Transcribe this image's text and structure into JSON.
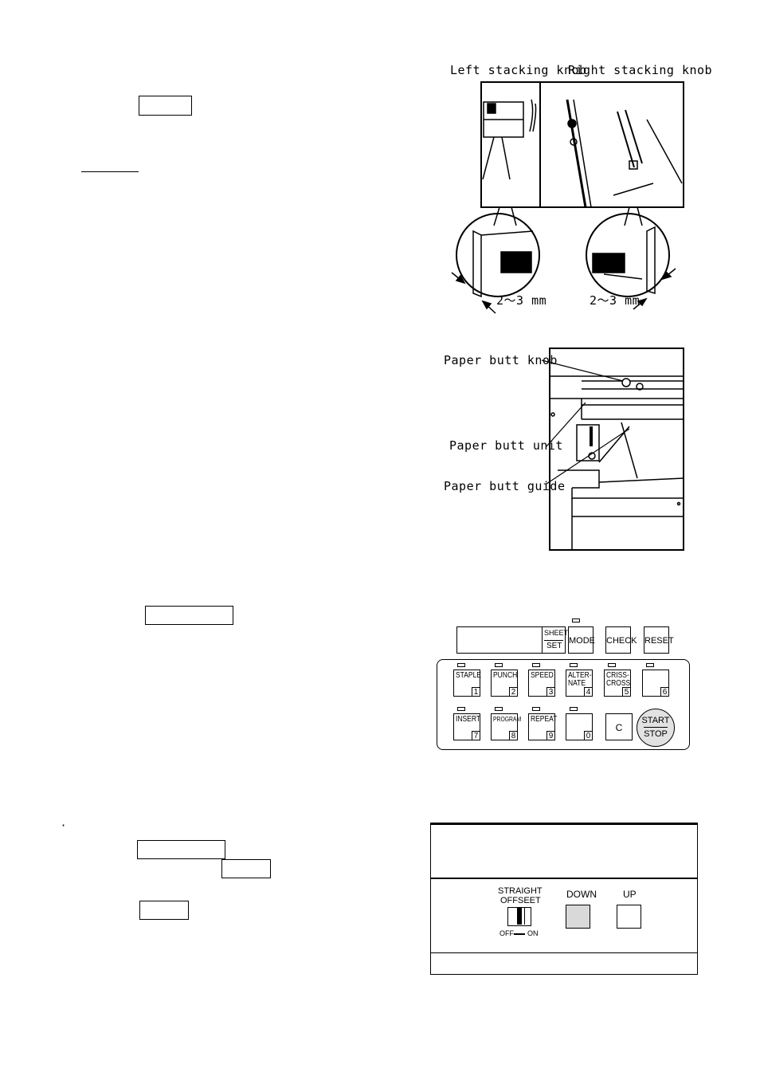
{
  "figure1": {
    "left_label": "Left stacking knob",
    "right_label": "Right stacking knob",
    "left_measure": "2～3 mm",
    "right_measure": "2～3 mm"
  },
  "figure2": {
    "knob_label": "Paper butt knob",
    "unit_label": "Paper butt unit",
    "guide_label": "Paper butt guide"
  },
  "control_panel": {
    "sheet_label": "SHEET",
    "set_label": "SET",
    "mode_label": "MODE",
    "check_label": "CHECK",
    "reset_label": "RESET",
    "keys": [
      {
        "label": "STAPLE",
        "num": "1"
      },
      {
        "label": "PUNCH",
        "num": "2"
      },
      {
        "label": "SPEED",
        "num": "3"
      },
      {
        "label": "ALTER-\nNATE",
        "num": "4"
      },
      {
        "label": "CRISS-\nCROSS",
        "num": "5"
      },
      {
        "label": "",
        "num": "6"
      },
      {
        "label": "INSERT",
        "num": "7"
      },
      {
        "label": "PROGRAM",
        "num": "8"
      },
      {
        "label": "REPEAT",
        "num": "9"
      },
      {
        "label": "",
        "num": "0"
      },
      {
        "label": "C",
        "num": ""
      }
    ],
    "start_label": "START",
    "stop_label": "STOP"
  },
  "tray_panel": {
    "switch_label_1": "STRAIGHT",
    "switch_label_2": "OFFSEET",
    "off_label": "OFF",
    "on_label": "ON",
    "down_label": "DOWN",
    "up_label": "UP"
  },
  "bullet": "·"
}
